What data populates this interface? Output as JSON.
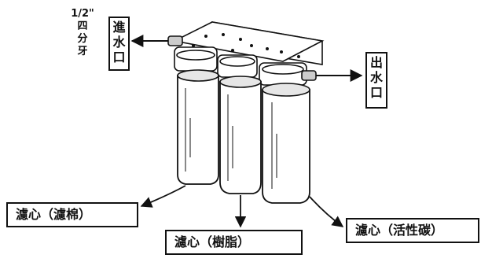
{
  "inlet": {
    "size_lines": [
      "1/2\"",
      "四",
      "分",
      "牙"
    ],
    "label_chars": [
      "進",
      "水",
      "口"
    ]
  },
  "outlet": {
    "label_chars": [
      "出",
      "水",
      "口"
    ]
  },
  "cartridges": [
    {
      "label": "濾心（濾棉）"
    },
    {
      "label": "濾心（樹脂）"
    },
    {
      "label": "濾心（活性碳）"
    }
  ]
}
